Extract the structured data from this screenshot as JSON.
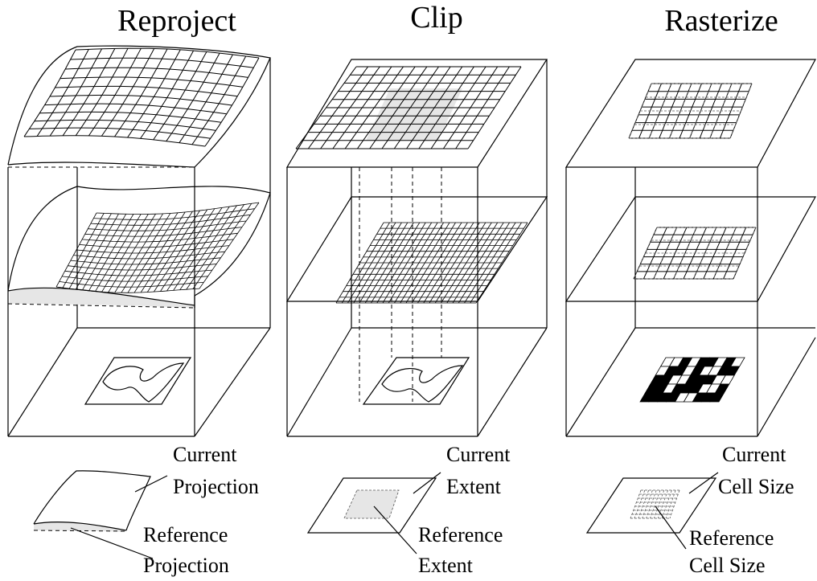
{
  "panels": [
    {
      "title": "Reproject",
      "legend_top": [
        "Current",
        "Projection"
      ],
      "legend_bottom": [
        "Reference",
        "Projection"
      ]
    },
    {
      "title": "Clip",
      "legend_top": [
        "Current",
        "Extent"
      ],
      "legend_bottom": [
        "Reference",
        "Extent"
      ]
    },
    {
      "title": "Rasterize",
      "legend_top": [
        "Current",
        "Cell Size"
      ],
      "legend_bottom": [
        "Reference",
        "Cell Size"
      ]
    }
  ]
}
